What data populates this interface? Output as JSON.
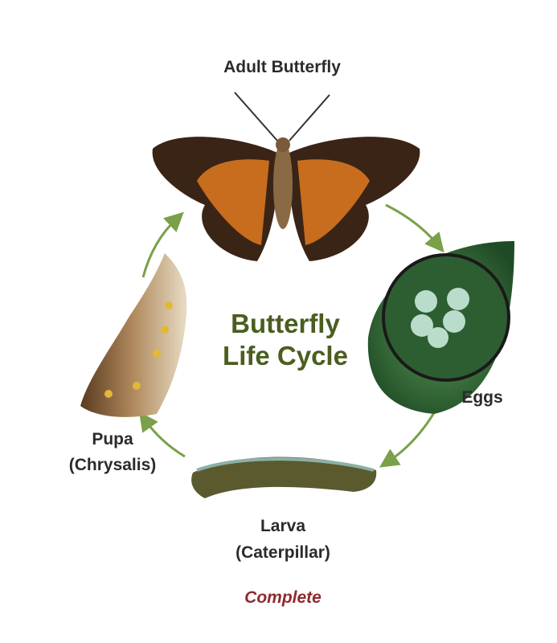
{
  "title": {
    "line1": "Butterfly",
    "line2": "Life Cycle"
  },
  "stages": {
    "adult": "Adult Butterfly",
    "eggs": "Eggs",
    "larva": "Larva",
    "larva_sub": "(Caterpillar)",
    "pupa": "Pupa",
    "pupa_sub": "(Chrysalis)"
  },
  "caption": "Complete",
  "colors": {
    "title": "#4a5e1f",
    "arrow": "#7aa04a",
    "caption": "#8e2a2e"
  }
}
